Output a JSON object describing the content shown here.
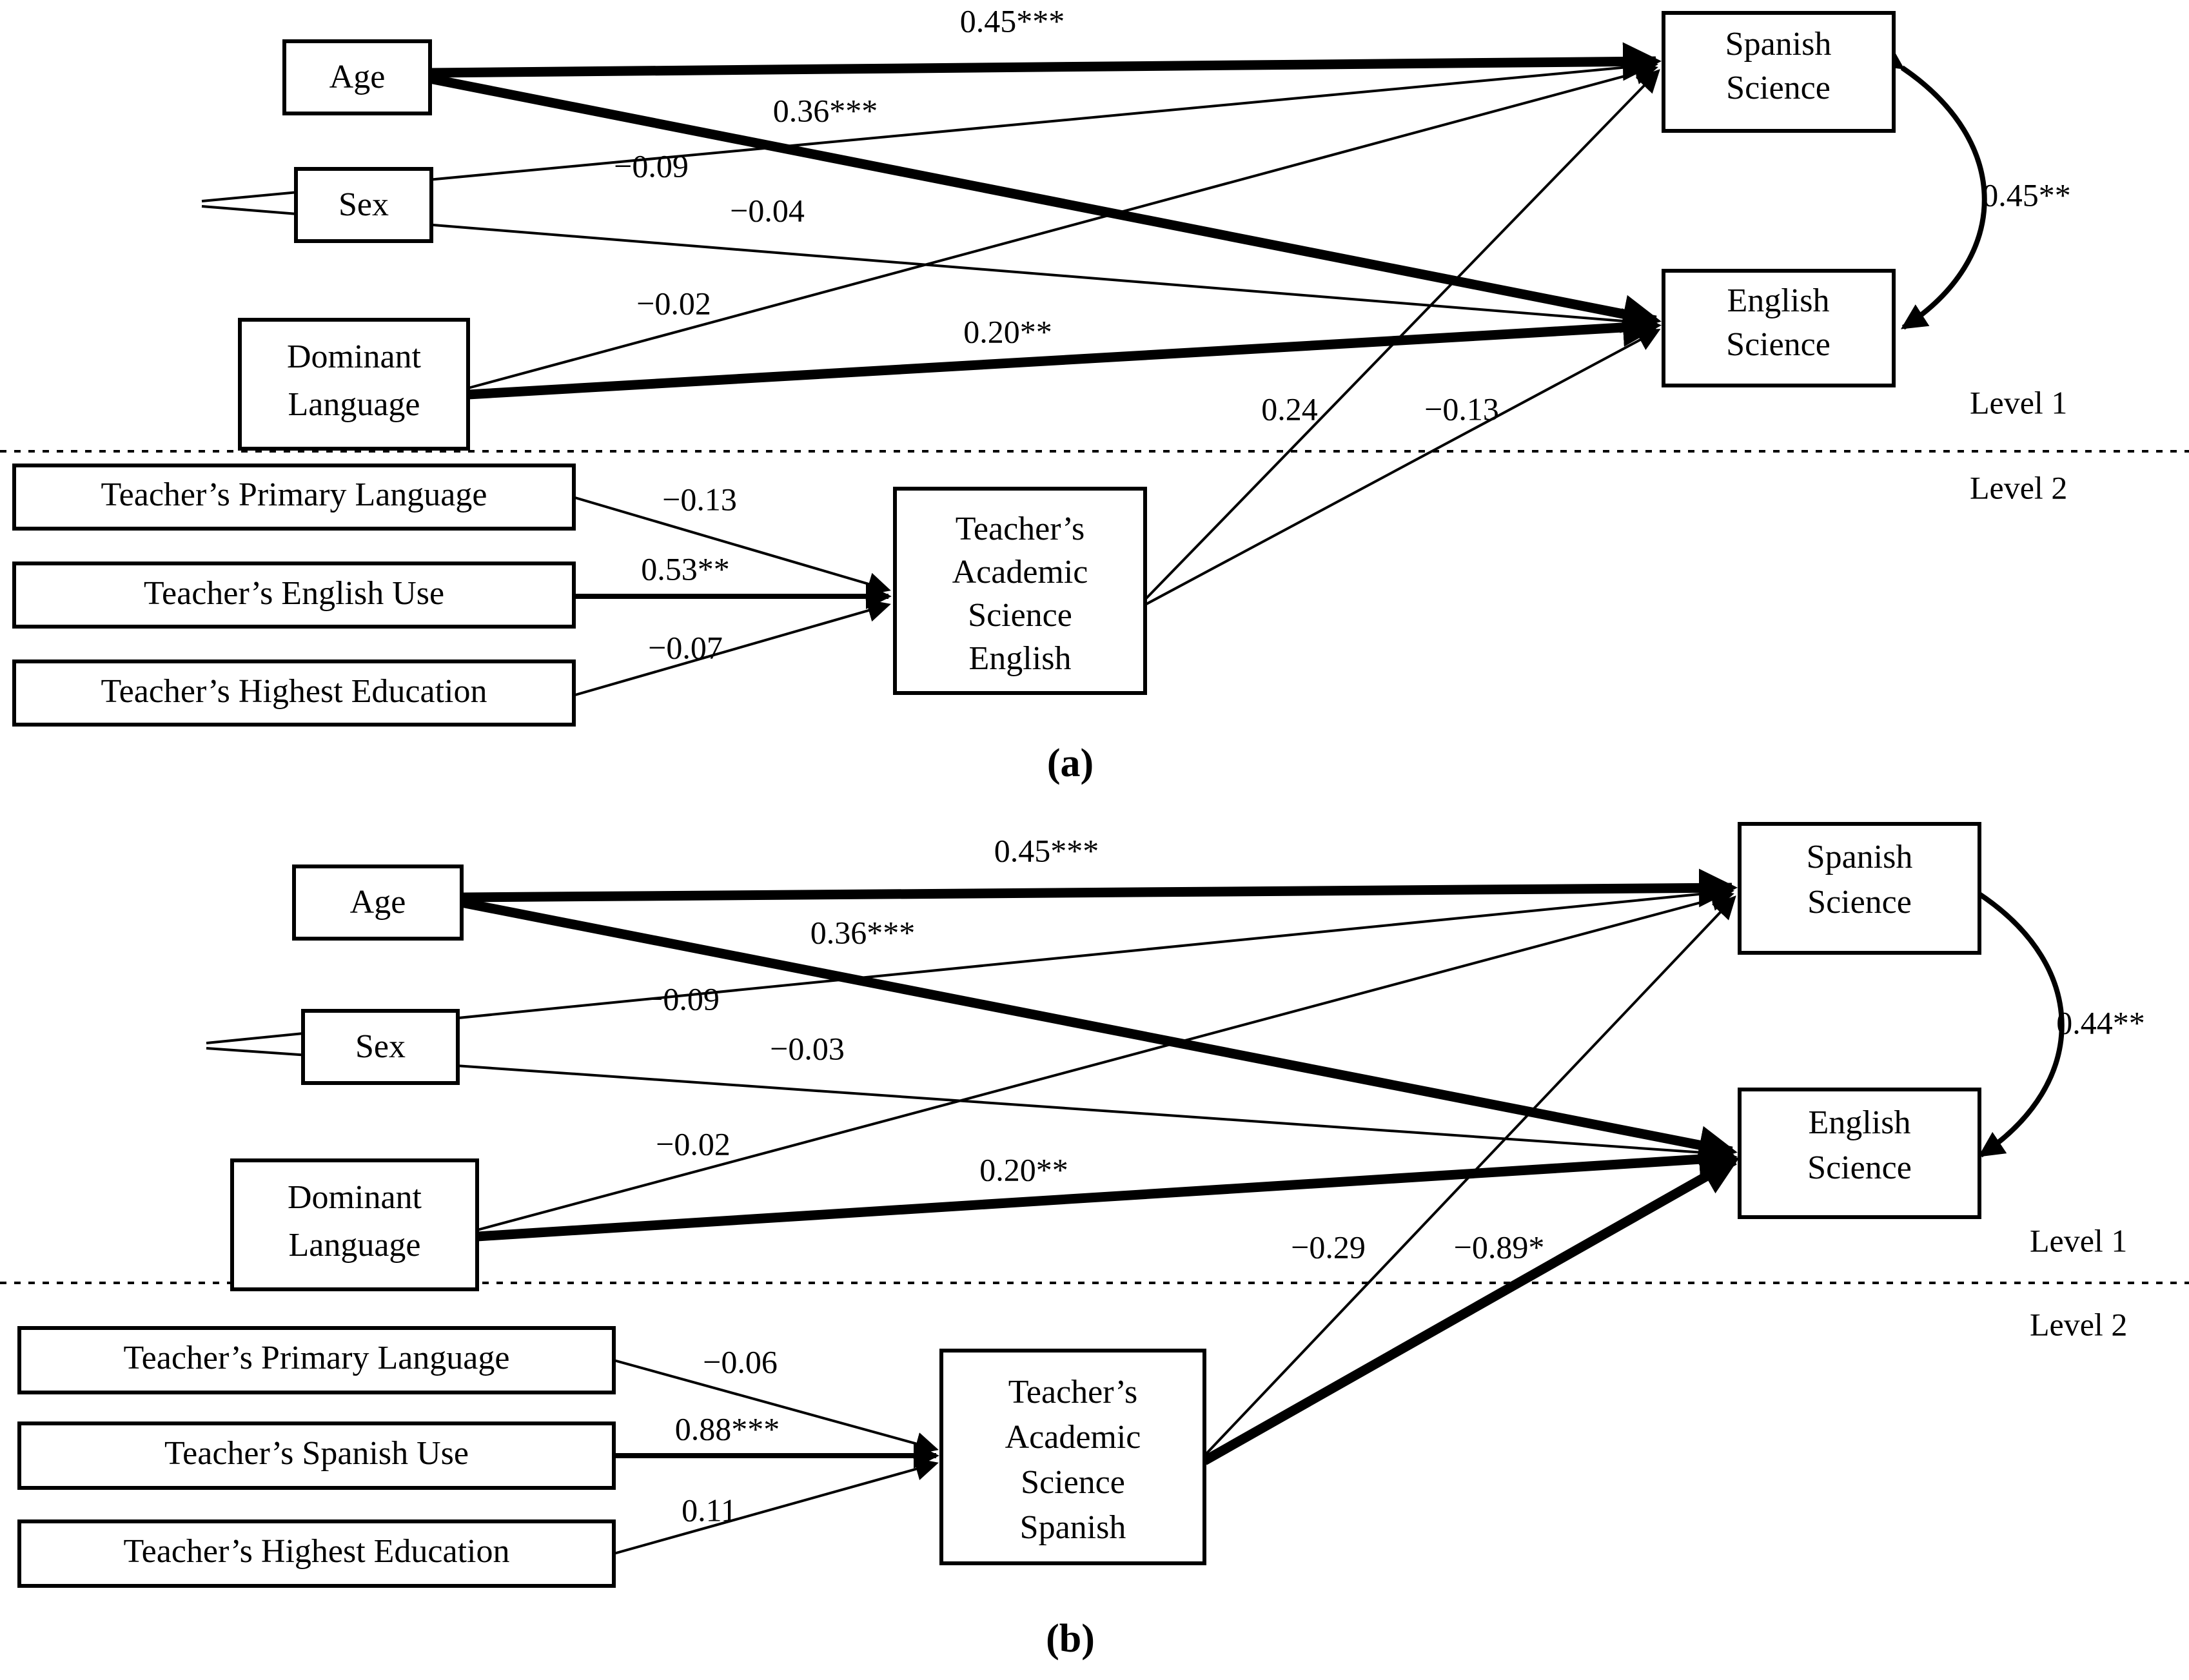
{
  "figure": {
    "type": "path-diagram",
    "panels": [
      {
        "caption": "(a)",
        "level_labels": {
          "level1": "Level 1",
          "level2": "Level 2"
        },
        "nodes": {
          "age": "Age",
          "sex": "Sex",
          "dominant_language_line1": "Dominant",
          "dominant_language_line2": "Language",
          "spanish_science_line1": "Spanish",
          "spanish_science_line2": "Science",
          "english_science_line1": "English",
          "english_science_line2": "Science",
          "teacher_primary_language": "Teacher’s Primary Language",
          "teacher_language_use": "Teacher’s English Use",
          "teacher_highest_education": "Teacher’s Highest Education",
          "mediator_line1": "Teacher’s",
          "mediator_line2": "Academic",
          "mediator_line3": "Science",
          "mediator_line4": "English"
        },
        "coefficients": {
          "age_to_spanish": "0.45***",
          "age_to_english": "0.36***",
          "sex_to_spanish": "−0.09",
          "sex_to_english": "−0.04",
          "domlang_to_spanish": "−0.02",
          "domlang_to_english": "0.20**",
          "spanish_english_covariance": "0.45**",
          "mediator_to_spanish": "0.24",
          "mediator_to_english": "−0.13",
          "primary_language_to_mediator": "−0.13",
          "language_use_to_mediator": "0.53**",
          "highest_education_to_mediator": "−0.07"
        }
      },
      {
        "caption": "(b)",
        "level_labels": {
          "level1": "Level 1",
          "level2": "Level 2"
        },
        "nodes": {
          "age": "Age",
          "sex": "Sex",
          "dominant_language_line1": "Dominant",
          "dominant_language_line2": "Language",
          "spanish_science_line1": "Spanish",
          "spanish_science_line2": "Science",
          "english_science_line1": "English",
          "english_science_line2": "Science",
          "teacher_primary_language": "Teacher’s Primary Language",
          "teacher_language_use": "Teacher’s Spanish Use",
          "teacher_highest_education": "Teacher’s Highest Education",
          "mediator_line1": "Teacher’s",
          "mediator_line2": "Academic",
          "mediator_line3": "Science",
          "mediator_line4": "Spanish"
        },
        "coefficients": {
          "age_to_spanish": "0.45***",
          "age_to_english": "0.36***",
          "sex_to_spanish": "−0.09",
          "sex_to_english": "−0.03",
          "domlang_to_spanish": "−0.02",
          "domlang_to_english": "0.20**",
          "spanish_english_covariance": "0.44**",
          "mediator_to_spanish": "−0.29",
          "mediator_to_english": "−0.89*",
          "primary_language_to_mediator": "−0.06",
          "language_use_to_mediator": "0.88***",
          "highest_education_to_mediator": "0.11"
        }
      }
    ]
  },
  "chart_data": {
    "type": "diagram",
    "title": "Multilevel structural equation path models for Spanish and English science outcomes",
    "panels": [
      {
        "name": "(a)",
        "mediator": "Teacher's Academic Science English",
        "edges": [
          {
            "from": "Age",
            "to": "Spanish Science",
            "value": 0.45,
            "significance": "***",
            "label": "0.45***",
            "weight": "thick"
          },
          {
            "from": "Age",
            "to": "English Science",
            "value": 0.36,
            "significance": "***",
            "label": "0.36***",
            "weight": "thick"
          },
          {
            "from": "Sex",
            "to": "Spanish Science",
            "value": -0.09,
            "significance": "",
            "label": "−0.09",
            "weight": "thin"
          },
          {
            "from": "Sex",
            "to": "English Science",
            "value": -0.04,
            "significance": "",
            "label": "−0.04",
            "weight": "thin"
          },
          {
            "from": "Dominant Language",
            "to": "Spanish Science",
            "value": -0.02,
            "significance": "",
            "label": "−0.02",
            "weight": "thin"
          },
          {
            "from": "Dominant Language",
            "to": "English Science",
            "value": 0.2,
            "significance": "**",
            "label": "0.20**",
            "weight": "thick"
          },
          {
            "from": "Spanish Science",
            "to": "English Science",
            "value": 0.45,
            "significance": "**",
            "label": "0.45**",
            "weight": "covariance"
          },
          {
            "from": "Teacher's Academic Science English",
            "to": "Spanish Science",
            "value": 0.24,
            "significance": "",
            "label": "0.24",
            "weight": "thin"
          },
          {
            "from": "Teacher's Academic Science English",
            "to": "English Science",
            "value": -0.13,
            "significance": "",
            "label": "−0.13",
            "weight": "thin"
          },
          {
            "from": "Teacher's Primary Language",
            "to": "Teacher's Academic Science English",
            "value": -0.13,
            "significance": "",
            "label": "−0.13",
            "weight": "thin"
          },
          {
            "from": "Teacher's English Use",
            "to": "Teacher's Academic Science English",
            "value": 0.53,
            "significance": "**",
            "label": "0.53**",
            "weight": "thick"
          },
          {
            "from": "Teacher's Highest Education",
            "to": "Teacher's Academic Science English",
            "value": -0.07,
            "significance": "",
            "label": "−0.07",
            "weight": "thin"
          }
        ]
      },
      {
        "name": "(b)",
        "mediator": "Teacher's Academic Science Spanish",
        "edges": [
          {
            "from": "Age",
            "to": "Spanish Science",
            "value": 0.45,
            "significance": "***",
            "label": "0.45***",
            "weight": "thick"
          },
          {
            "from": "Age",
            "to": "English Science",
            "value": 0.36,
            "significance": "***",
            "label": "0.36***",
            "weight": "thick"
          },
          {
            "from": "Sex",
            "to": "Spanish Science",
            "value": -0.09,
            "significance": "",
            "label": "−0.09",
            "weight": "thin"
          },
          {
            "from": "Sex",
            "to": "English Science",
            "value": -0.03,
            "significance": "",
            "label": "−0.03",
            "weight": "thin"
          },
          {
            "from": "Dominant Language",
            "to": "Spanish Science",
            "value": -0.02,
            "significance": "",
            "label": "−0.02",
            "weight": "thin"
          },
          {
            "from": "Dominant Language",
            "to": "English Science",
            "value": 0.2,
            "significance": "**",
            "label": "0.20**",
            "weight": "thick"
          },
          {
            "from": "Spanish Science",
            "to": "English Science",
            "value": 0.44,
            "significance": "**",
            "label": "0.44**",
            "weight": "covariance"
          },
          {
            "from": "Teacher's Academic Science Spanish",
            "to": "Spanish Science",
            "value": -0.29,
            "significance": "",
            "label": "−0.29",
            "weight": "thin"
          },
          {
            "from": "Teacher's Academic Science Spanish",
            "to": "English Science",
            "value": -0.89,
            "significance": "*",
            "label": "−0.89*",
            "weight": "thick"
          },
          {
            "from": "Teacher's Primary Language",
            "to": "Teacher's Academic Science Spanish",
            "value": -0.06,
            "significance": "",
            "label": "−0.06",
            "weight": "thin"
          },
          {
            "from": "Teacher's Spanish Use",
            "to": "Teacher's Academic Science Spanish",
            "value": 0.88,
            "significance": "***",
            "label": "0.88***",
            "weight": "thick"
          },
          {
            "from": "Teacher's Highest Education",
            "to": "Teacher's Academic Science Spanish",
            "value": 0.11,
            "significance": "",
            "label": "0.11",
            "weight": "thin"
          }
        ]
      }
    ]
  }
}
